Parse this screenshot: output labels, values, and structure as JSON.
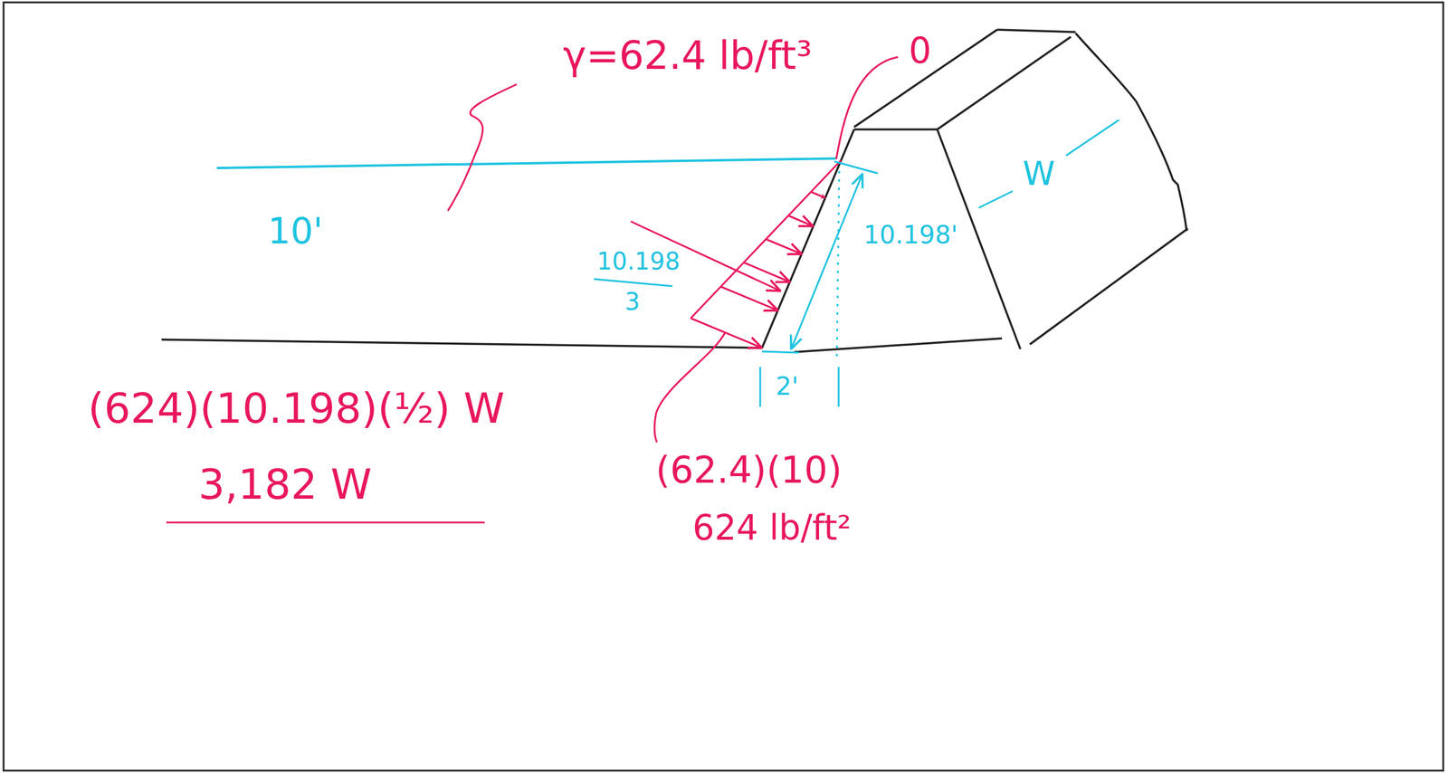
{
  "diagram": {
    "labels": [
      "γ=62.4 lb/ft³",
      "0",
      "10'",
      "10.198'",
      "W",
      "10.198",
      "3",
      "2'",
      "(624)(10.198)(½) W",
      "3,182 W",
      "(62.4)(10)",
      "624 lb/ft²"
    ]
  }
}
